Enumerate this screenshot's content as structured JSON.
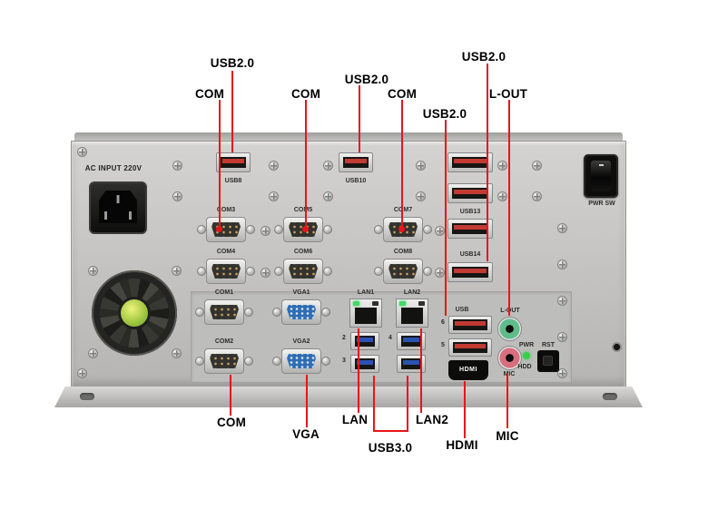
{
  "annotations": {
    "top": [
      {
        "label": "USB2.0"
      },
      {
        "label": "COM"
      },
      {
        "label": "COM"
      },
      {
        "label": "USB2.0"
      },
      {
        "label": "COM"
      },
      {
        "label": "USB2.0"
      },
      {
        "label": "USB2.0"
      },
      {
        "label": "L-OUT"
      }
    ],
    "bottom": [
      {
        "label": "COM"
      },
      {
        "label": "VGA"
      },
      {
        "label": "LAN"
      },
      {
        "label": "LAN2"
      },
      {
        "label": "USB3.0"
      },
      {
        "label": "HDMI"
      },
      {
        "label": "MIC"
      }
    ]
  },
  "panel": {
    "ac_input": "AC INPUT 220V",
    "power_switch": "PWR SW",
    "labels": {
      "usb8": "USB8",
      "usb10": "USB10",
      "usb13": "USB13",
      "usb14": "USB14",
      "com1": "COM1",
      "com2": "COM2",
      "com3": "COM3",
      "com4": "COM4",
      "com5": "COM5",
      "com6": "COM6",
      "com7": "COM7",
      "com8": "COM8",
      "vga1": "VGA1",
      "vga2": "VGA2",
      "lan1": "LAN1",
      "lan2": "LAN2",
      "usb_group": "USB",
      "usb_port_6": "6",
      "usb_port_5": "5",
      "usb3_port_2": "2",
      "usb3_port_3": "3",
      "usb3_port_4": "4",
      "hdmi": "HDMI",
      "l_out": "L-OUT",
      "mic": "MIC",
      "pwr": "PWR",
      "rst": "RST",
      "hdd": "HDD"
    }
  },
  "colors": {
    "leader_red": "#e8151c",
    "usb2_tongue": "#c23a32",
    "usb3_tongue": "#2a52b0",
    "vga_blue": "#2f6db5",
    "line_out_green": "#5fbc8a",
    "mic_pink": "#d96e7e",
    "power_led_green": "#37d04b"
  }
}
